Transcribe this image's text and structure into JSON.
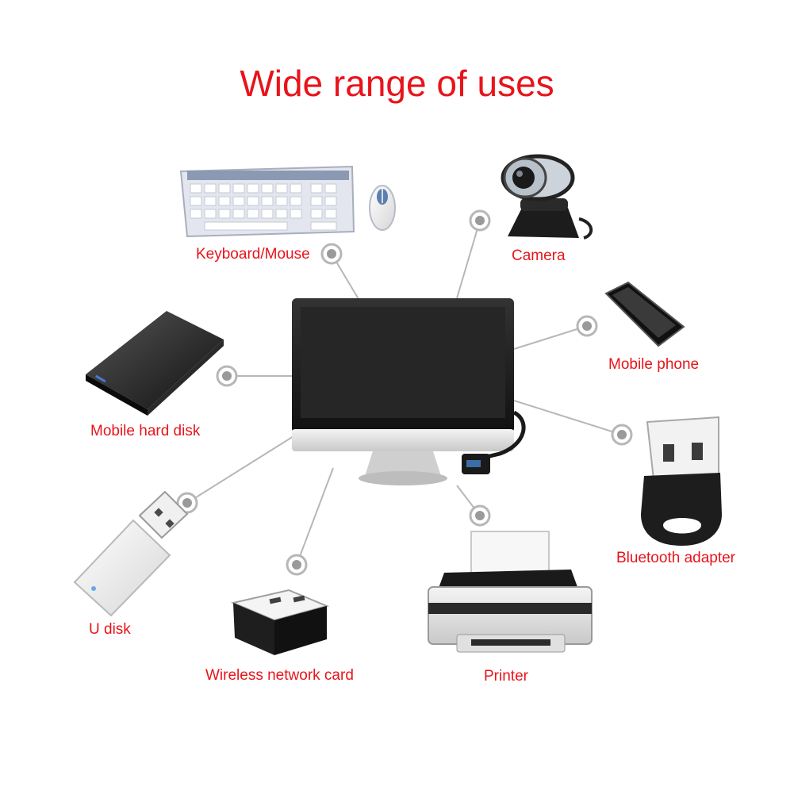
{
  "title": "Wide range of uses",
  "colors": {
    "title": "#e8141b",
    "label": "#e8141b",
    "connector": "#b7b7b7"
  },
  "hub": {
    "icon": "monitor-icon"
  },
  "devices": [
    {
      "id": "keyboard-mouse",
      "label": "Keyboard/Mouse",
      "icon": "keyboard-mouse-icon"
    },
    {
      "id": "camera",
      "label": "Camera",
      "icon": "webcam-icon"
    },
    {
      "id": "mobile-phone",
      "label": "Mobile phone",
      "icon": "phone-icon"
    },
    {
      "id": "mobile-hard-disk",
      "label": "Mobile hard disk",
      "icon": "hard-disk-icon"
    },
    {
      "id": "bluetooth-adapter",
      "label": "Bluetooth adapter",
      "icon": "bluetooth-dongle-icon"
    },
    {
      "id": "u-disk",
      "label": "U disk",
      "icon": "usb-flash-icon"
    },
    {
      "id": "wireless-network-card",
      "label": "Wireless network card",
      "icon": "wifi-dongle-icon"
    },
    {
      "id": "printer",
      "label": "Printer",
      "icon": "printer-icon"
    }
  ]
}
